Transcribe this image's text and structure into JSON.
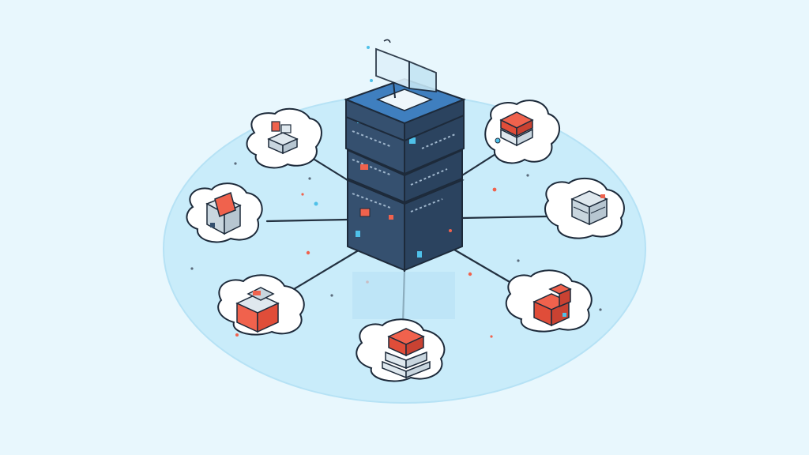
{
  "colors": {
    "background": "#e8f7fd",
    "platform": "#c9ecfa",
    "server_body": "#35506f",
    "server_side": "#2b435f",
    "server_top": "#3f7fbf",
    "outline": "#1d2a3a",
    "connector": "#22303f",
    "node_cloud": "#ffffff",
    "accent_red": "#f0624d",
    "accent_gray": "#dfe8ee",
    "accent_cyan": "#4fc1e9"
  },
  "hub": {
    "icon": "stacked-server-icon",
    "levels": 3,
    "top_icon": "monitor-icon"
  },
  "nodes": [
    {
      "id": "top-left",
      "icon": "desktop-device-icon"
    },
    {
      "id": "top-right",
      "icon": "storage-stack-icon"
    },
    {
      "id": "left",
      "icon": "computer-icon"
    },
    {
      "id": "right",
      "icon": "server-rack-icon"
    },
    {
      "id": "bottom-left",
      "icon": "printer-icon"
    },
    {
      "id": "bottom-right",
      "icon": "cabinet-icon"
    },
    {
      "id": "bottom",
      "icon": "database-stack-icon"
    }
  ]
}
